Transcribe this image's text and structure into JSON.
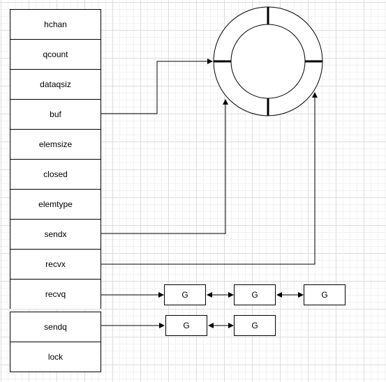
{
  "hchan_fields": [
    "hchan",
    "qcount",
    "dataqsiz",
    "buf",
    "elemsize",
    "closed",
    "elemtype",
    "sendx",
    "recvx",
    "recvq",
    "sendq",
    "lock"
  ],
  "recvq_nodes": [
    "G",
    "G",
    "G"
  ],
  "sendq_nodes": [
    "G",
    "G"
  ]
}
